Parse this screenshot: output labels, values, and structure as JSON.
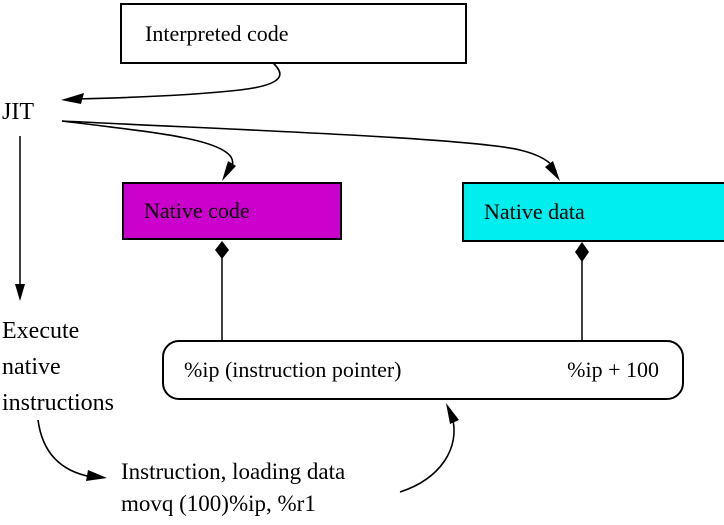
{
  "figure": {
    "boxes": {
      "interpreted_code": "Interpreted code",
      "native_code": "Native code",
      "native_data": "Native data"
    },
    "pill": {
      "left": "%ip (instruction pointer)",
      "right": "%ip + 100"
    },
    "labels": {
      "jit": "JIT",
      "execute": "Execute\nnative\ninstructions",
      "instruction_note": "Instruction, loading data\nmovq (100)%ip, %r1"
    },
    "colors": {
      "native_code_bg": "#cc00cc",
      "native_data_bg": "#00eeee",
      "line": "#000000",
      "background": "#ffffff"
    }
  }
}
